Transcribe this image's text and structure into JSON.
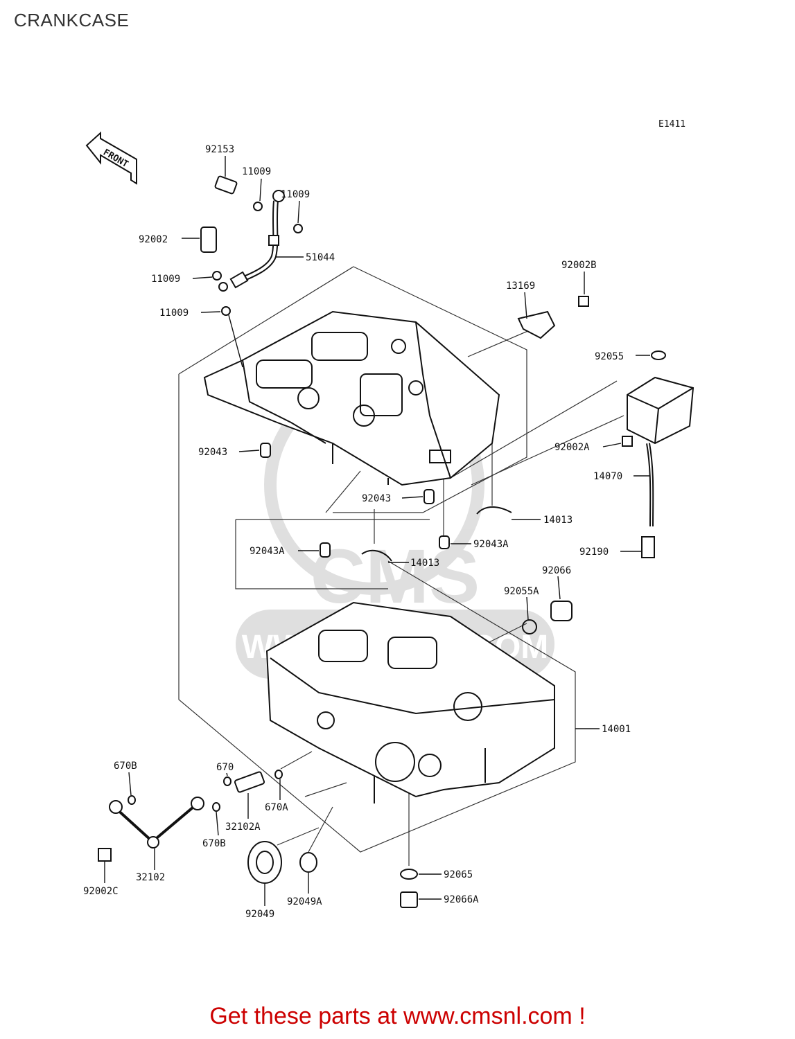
{
  "page": {
    "title": "CRANKCASE",
    "diagram_code": "E1411",
    "front_arrow": "FRONT",
    "footer": "Get these parts at www.cmsnl.com !",
    "footer_color": "#cc0000",
    "watermark": "CMS",
    "watermark_url": "WWW.CMSNL.COM"
  },
  "parts": [
    {
      "label": "92153"
    },
    {
      "label": "11009"
    },
    {
      "label": "11009"
    },
    {
      "label": "92002"
    },
    {
      "label": "51044"
    },
    {
      "label": "11009"
    },
    {
      "label": "11009"
    },
    {
      "label": "13169"
    },
    {
      "label": "92002B"
    },
    {
      "label": "92055"
    },
    {
      "label": "92002A"
    },
    {
      "label": "14070"
    },
    {
      "label": "92043"
    },
    {
      "label": "92043"
    },
    {
      "label": "14013"
    },
    {
      "label": "92043A"
    },
    {
      "label": "92043A"
    },
    {
      "label": "14013"
    },
    {
      "label": "92190"
    },
    {
      "label": "92066"
    },
    {
      "label": "92055A"
    },
    {
      "label": "14001"
    },
    {
      "label": "670B"
    },
    {
      "label": "670"
    },
    {
      "label": "670A"
    },
    {
      "label": "32102A"
    },
    {
      "label": "670B"
    },
    {
      "label": "32102"
    },
    {
      "label": "92002C"
    },
    {
      "label": "92049"
    },
    {
      "label": "92049A"
    },
    {
      "label": "92065"
    },
    {
      "label": "92066A"
    }
  ]
}
